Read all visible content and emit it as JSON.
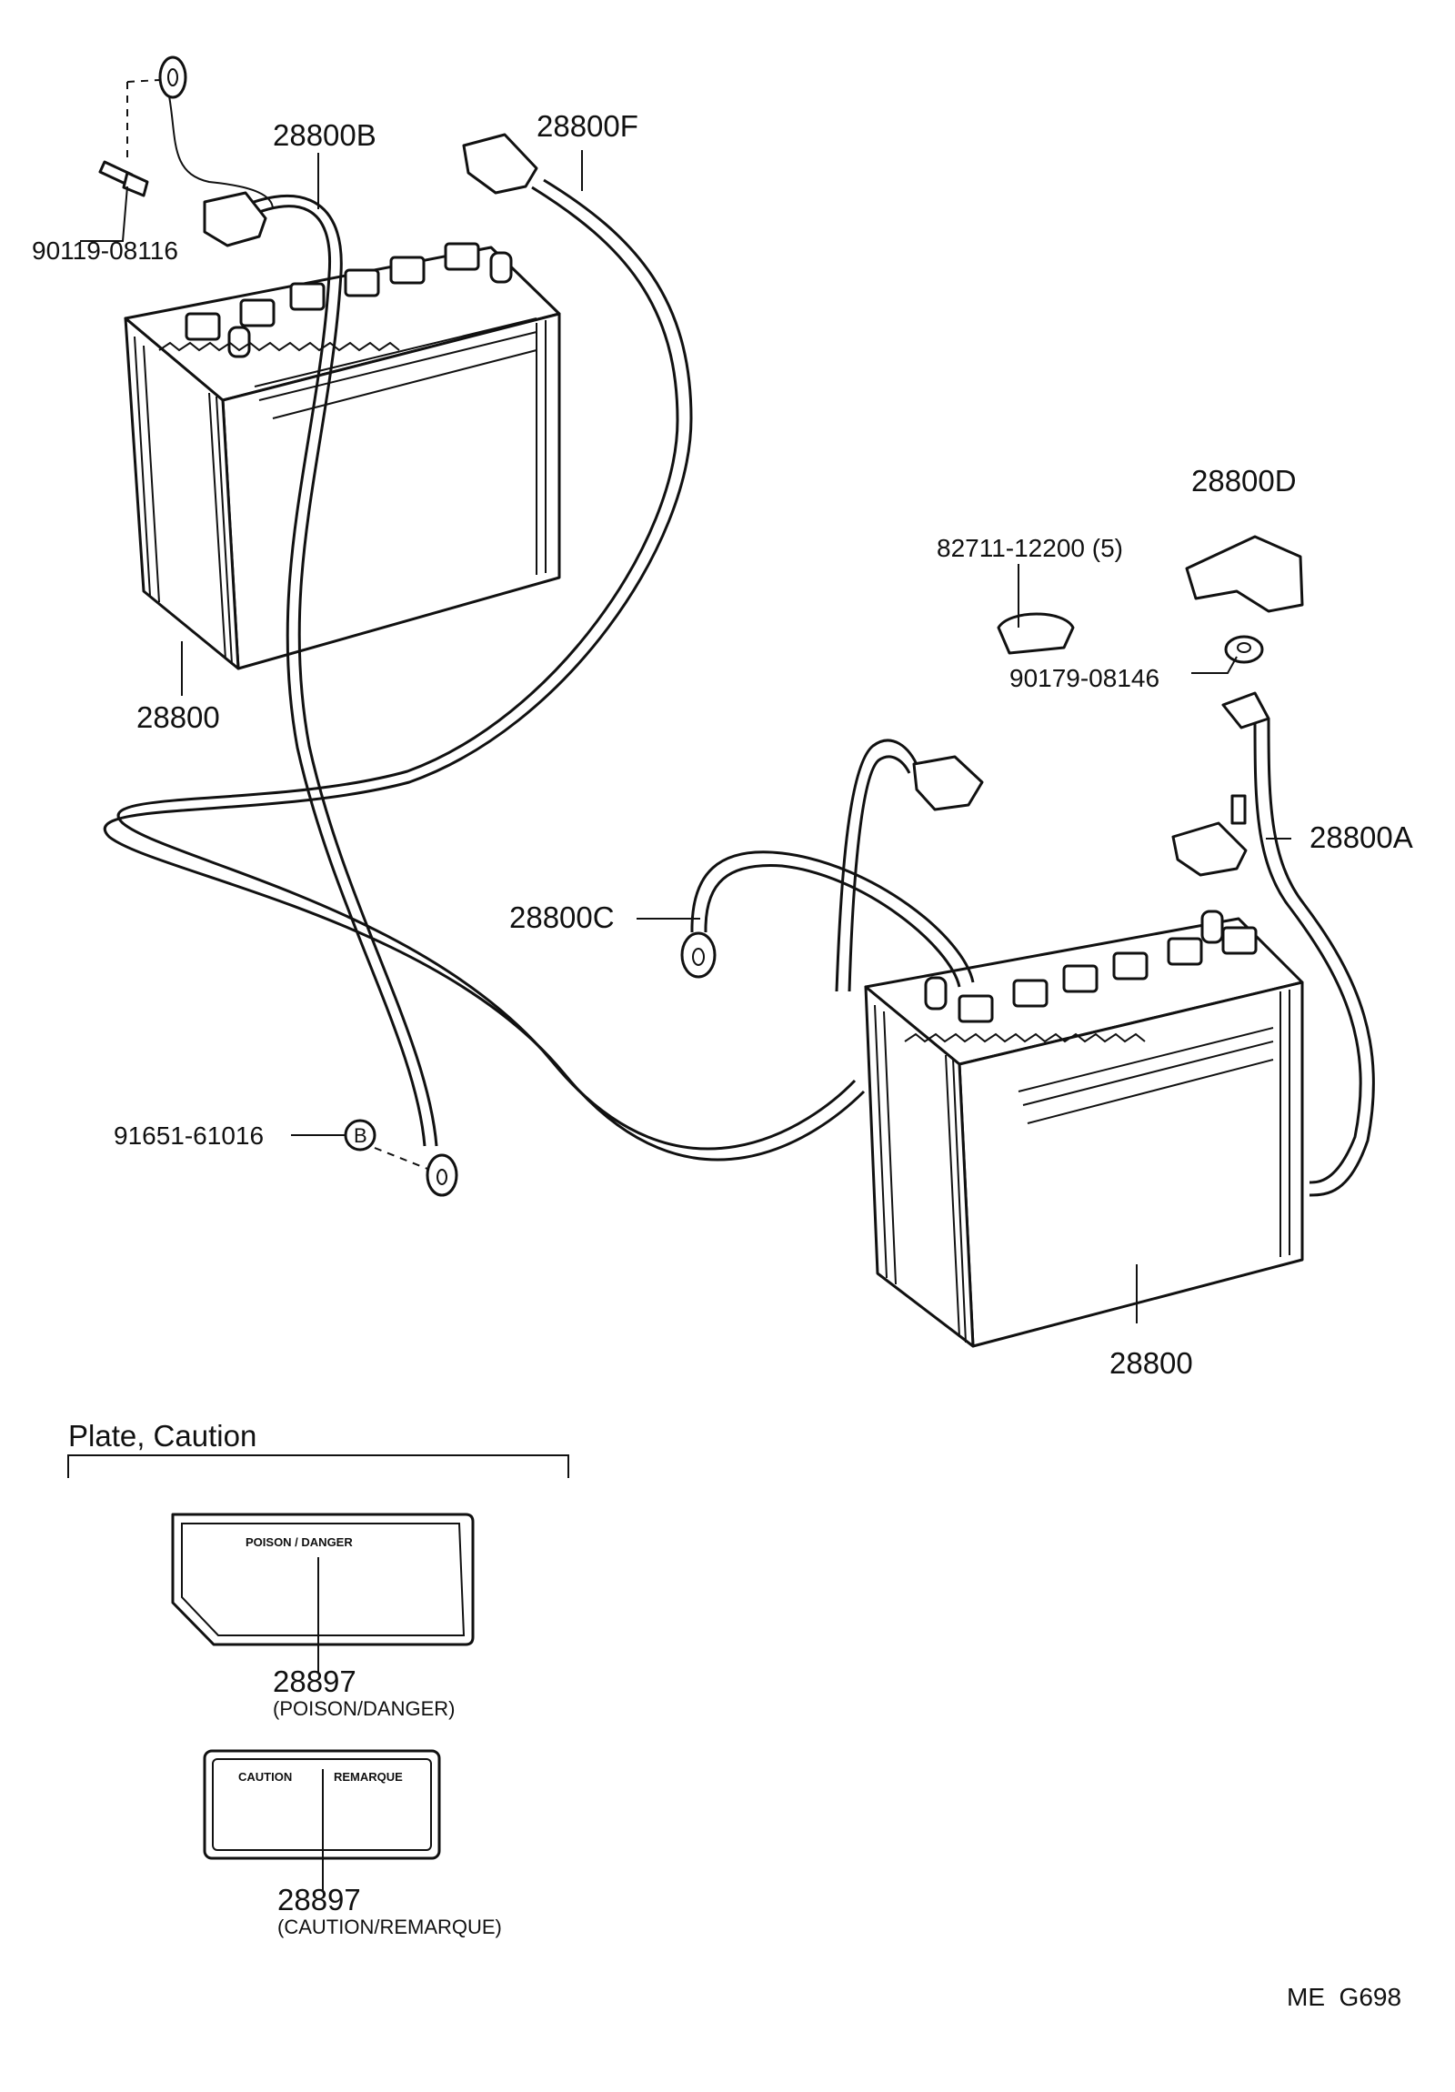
{
  "labels": {
    "bolt": "90119-08116",
    "cable_b": "28800B",
    "cable_f": "28800F",
    "battery_upper": "28800",
    "clamp": "82711-12200 (5)",
    "cover_d": "28800D",
    "nut": "90179-08146",
    "terminal_a": "28800A",
    "cable_c": "28800C",
    "terminal_bolt": "91651-61016",
    "callout_b": "B",
    "battery_lower": "28800"
  },
  "caution_plates": {
    "heading": "Plate, Caution",
    "plate1_text": "POISON / DANGER",
    "plate1_number": "28897",
    "plate1_desc": "(POISON/DANGER)",
    "plate2_left": "CAUTION",
    "plate2_right": "REMARQUE",
    "plate2_number": "28897",
    "plate2_desc": "(CAUTION/REMARQUE)"
  },
  "footer": {
    "code": "ME  G698"
  }
}
